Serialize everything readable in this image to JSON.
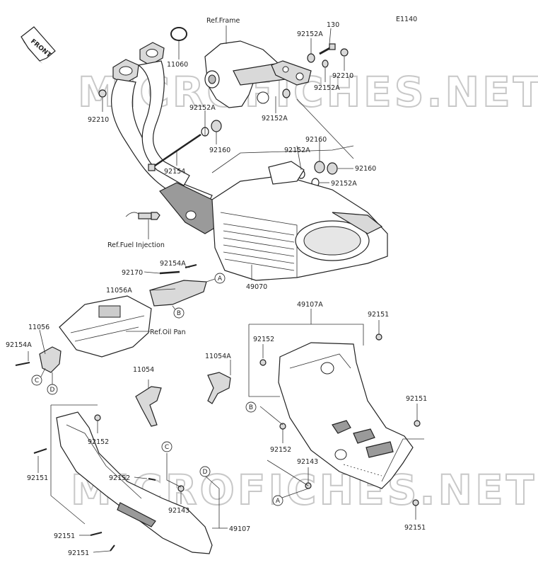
{
  "diagram_code": "E1140",
  "front_label": "FRONT",
  "watermark": "MICROFICHES.NET",
  "references": {
    "frame": "Ref.Frame",
    "fuel_injection": "Ref.Fuel Injection",
    "oil_pan": "Ref.Oil Pan"
  },
  "part_labels": {
    "p130": "130",
    "p11060": "11060",
    "p92210_left": "92210",
    "p92210_right": "92210",
    "p92152A_top": "92152A",
    "p92152A_right": "92152A",
    "p92152A_left": "92152A",
    "p92152A_mid": "92152A",
    "p92152A_lower": "92152A",
    "p92152A_bottom": "92152A",
    "p92160_left": "92160",
    "p92160_top": "92160",
    "p92160_right": "92160",
    "p92154": "92154",
    "p92154A_top": "92154A",
    "p92154A_left": "92154A",
    "p92170": "92170",
    "p11056A": "11056A",
    "p11056": "11056",
    "p49070": "49070",
    "p49107A": "49107A",
    "p92151_tr": "92151",
    "p92151_r": "92151",
    "p92151_br": "92151",
    "p92151_l": "92151",
    "p92151_bl1": "92151",
    "p92151_bl2": "92151",
    "p92152_a": "92152",
    "p92152_b": "92152",
    "p92152_c": "92152",
    "p92152_d": "92152",
    "p11054A": "11054A",
    "p11054": "11054",
    "p92143_a": "92143",
    "p92143_b": "92143",
    "p49107": "49107"
  },
  "callouts": {
    "A": "A",
    "B": "B",
    "C": "C",
    "D": "D"
  }
}
